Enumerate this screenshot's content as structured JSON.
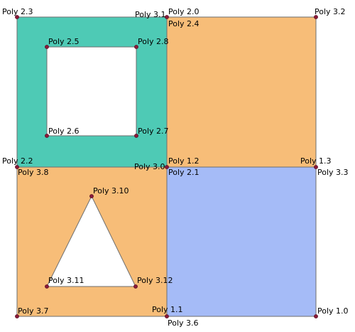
{
  "polygons": [
    {
      "id": "poly1",
      "fill": "#a5bbf7",
      "stroke": "#6e6e6e"
    },
    {
      "id": "poly2",
      "fill": "#4ecab5",
      "stroke": "#6e6e6e"
    },
    {
      "id": "poly3",
      "fill": "#f7bd78",
      "stroke": "#6e6e6e"
    }
  ],
  "vertex_style": {
    "fill": "#8b1a3a",
    "stroke": "#5a0a20"
  },
  "labels": {
    "poly_1_0": "Poly 1.0",
    "poly_1_1": "Poly 1.1",
    "poly_1_2": "Poly 1.2",
    "poly_1_3": "Poly 1.3",
    "poly_2_0": "Poly 2.0",
    "poly_2_1": "Poly 2.1",
    "poly_2_2": "Poly 2.2",
    "poly_2_3": "Poly 2.3",
    "poly_2_4": "Poly 2.4",
    "poly_2_5": "Poly 2.5",
    "poly_2_6": "Poly 2.6",
    "poly_2_7": "Poly 2.7",
    "poly_2_8": "Poly 2.8",
    "poly_3_0": "Poly 3.0",
    "poly_3_1": "Poly 3.1",
    "poly_3_2": "Poly 3.2",
    "poly_3_3": "Poly 3.3",
    "poly_3_6": "Poly 3.6",
    "poly_3_7": "Poly 3.7",
    "poly_3_8": "Poly 3.8",
    "poly_3_10": "Poly 3.10",
    "poly_3_11": "Poly 3.11",
    "poly_3_12": "Poly 3.12"
  }
}
